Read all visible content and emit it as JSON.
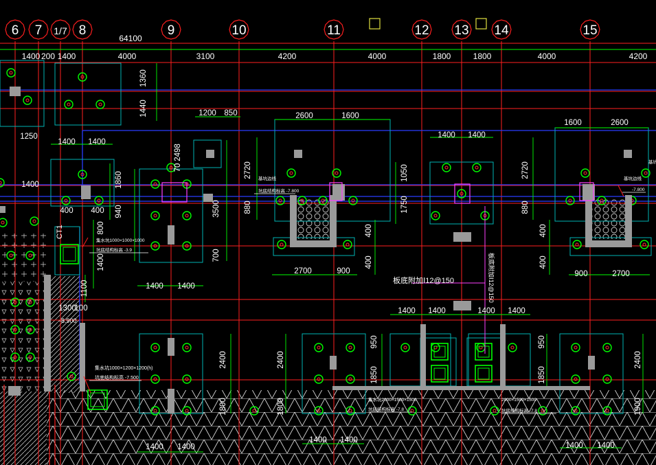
{
  "drawing": {
    "colors": {
      "background": "#000000",
      "axis": "#ff1f1f",
      "dimension": "#ffffff",
      "dim_tick": "#00ff00",
      "foundation": "#00b4b4",
      "wall": "#2a3cff",
      "pile": "#00ff00",
      "pile_core": "#ff3030",
      "column": "#9a9a9a",
      "note": "#ffffff",
      "hatch": "#cfcfcf",
      "marker": "#e0e040",
      "magenta": "#ff40ff"
    },
    "axes": [
      {
        "label": "6"
      },
      {
        "label": "7"
      },
      {
        "label": "1/7"
      },
      {
        "label": "8"
      },
      {
        "label": "9"
      },
      {
        "label": "10"
      },
      {
        "label": "11"
      },
      {
        "label": "12"
      },
      {
        "label": "13"
      },
      {
        "label": "14"
      },
      {
        "label": "15"
      }
    ],
    "overall_dim": "64100",
    "top_dims": [
      "1400",
      "200",
      "1400",
      "4000",
      "3100",
      "4200",
      "4000",
      "1800",
      "1800",
      "4000",
      "4200"
    ],
    "dims": [
      "1360",
      "1440",
      "1250",
      "1400",
      "1400",
      "1400",
      "1860",
      "940",
      "400",
      "400",
      "800",
      "1400",
      "1100",
      "1300",
      "100",
      "1200",
      "850",
      "2498",
      "70",
      "3500",
      "700",
      "1400",
      "1400",
      "2600",
      "1600",
      "2720",
      "880",
      "2700",
      "900",
      "400",
      "400",
      "1400",
      "1400",
      "1050",
      "1750",
      "1600",
      "2600",
      "2720",
      "880",
      "400",
      "400",
      "900",
      "2700",
      "1400",
      "1400",
      "1400",
      "1400",
      "2400",
      "1800",
      "2400",
      "1800",
      "950",
      "1850",
      "950",
      "1850",
      "2400",
      "1900",
      "1400",
      "1400",
      "1400",
      "1400",
      "1400",
      "1400"
    ],
    "notes": [
      "集水坑1000×1000×1000",
      "坑底结构标高 -3.9",
      "-8.900",
      "集水坑1000×1200×1200(h)",
      "坑底结构标高 -7.500",
      "坑底结构标高 -7.800",
      "板底附加Ⅰ12@150",
      "板底附加Ⅰ12@150",
      "集水坑2000×1500×1500",
      "坑底结构标高 -7.8",
      "2000×1500×1500",
      "坑底结构标高 -7.8",
      "-7.800",
      "基坑边线",
      "基坑边线",
      "基坑边线",
      "CT1"
    ]
  }
}
